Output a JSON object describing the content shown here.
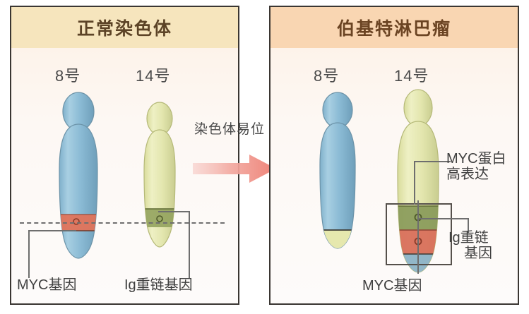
{
  "diagram": {
    "type": "medical-illustration",
    "subject": "Burkitt lymphoma t(8;14) chromosomal translocation",
    "background_color": "#ffffff"
  },
  "panels": [
    {
      "id": "normal",
      "title": "正常染色体",
      "header_color": "#f6e5bd",
      "title_color": "#5c4326",
      "chromosomes": [
        {
          "number_label": "8号",
          "body_color": "#8fbcd4",
          "band": {
            "label": "MYC基因",
            "color": "#e0735a",
            "position": "lower-arm"
          }
        },
        {
          "number_label": "14号",
          "body_color": "#e6e8ae",
          "band": {
            "label": "Ig重链基因",
            "color": "#94a35e",
            "position": "lower-arm"
          }
        }
      ],
      "breakpoint_line": "dashed",
      "labels": [
        {
          "name": "myc-gene",
          "text": "MYC基因"
        },
        {
          "name": "ig-heavy-chain-gene",
          "text": "Ig重链基因"
        }
      ]
    },
    {
      "id": "burkitt",
      "title": "伯基特淋巴瘤",
      "header_color": "#f9d6b2",
      "title_color": "#6b4423",
      "chromosomes": [
        {
          "number_label": "8号",
          "body_color": "#8fbcd4",
          "tip_color": "#e6e8ae",
          "band": null
        },
        {
          "number_label": "14号",
          "body_color": "#e6e8ae",
          "bands": [
            {
              "label": "Ig重链基因",
              "color": "#8a9b5a"
            },
            {
              "label": "MYC基因",
              "color": "#d9705c"
            },
            {
              "label": "",
              "color": "#8bb3c9"
            }
          ]
        }
      ],
      "labels": [
        {
          "name": "myc-protein-overexpression",
          "line1": "MYC蛋白",
          "line2": "高表达"
        },
        {
          "name": "ig-heavy-chain-gene",
          "line1": "Ig重链",
          "line2": "基因"
        },
        {
          "name": "myc-gene",
          "text": "MYC基因"
        }
      ]
    }
  ],
  "transition": {
    "label": "染色体易位",
    "arrow_color": "#ef8a80",
    "direction": "left-to-right"
  },
  "colors": {
    "chr8_blue": "#8fbcd4",
    "chr14_yellow": "#e6e8ae",
    "myc_red": "#e0735a",
    "ig_green": "#94a35e",
    "panel_border": "#3a3632",
    "panel_bg": "#fdf6f0",
    "text_dark": "#3f3f3f"
  }
}
